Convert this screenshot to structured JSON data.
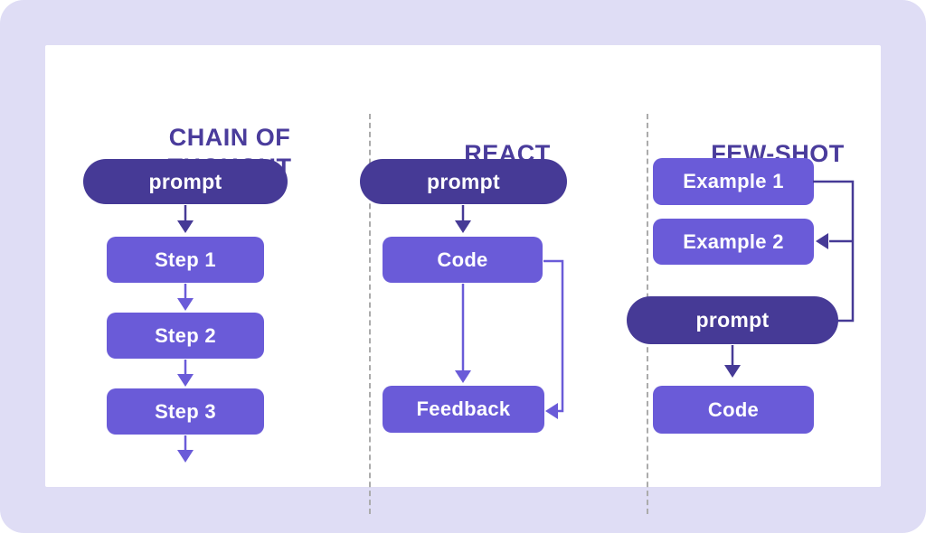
{
  "diagram": {
    "colors": {
      "outer_background": "#DFDDF5",
      "card_background": "#FFFFFF",
      "dark_purple": "#463A96",
      "light_purple": "#6A5BD8",
      "title_text": "#4A3C9C",
      "node_text": "#FFFFFF",
      "divider_gray": "#ABABAB"
    },
    "columns": [
      {
        "id": "chain-of-thought",
        "title": "CHAIN OF THOUGHT",
        "nodes": [
          {
            "id": "prompt",
            "label": "prompt",
            "variant": "pill-dark"
          },
          {
            "id": "step-1",
            "label": "Step 1",
            "variant": "box-light"
          },
          {
            "id": "step-2",
            "label": "Step 2",
            "variant": "box-light"
          },
          {
            "id": "step-3",
            "label": "Step 3",
            "variant": "box-light"
          }
        ],
        "flow": "prompt -> Step 1 -> Step 2 -> Step 3 -> (out)"
      },
      {
        "id": "react",
        "title": "REACT",
        "nodes": [
          {
            "id": "prompt",
            "label": "prompt",
            "variant": "pill-dark"
          },
          {
            "id": "code",
            "label": "Code",
            "variant": "box-light"
          },
          {
            "id": "feedback",
            "label": "Feedback",
            "variant": "box-light"
          }
        ],
        "flow": "prompt -> Code -> Feedback; Code -> (loop right) -> Feedback"
      },
      {
        "id": "few-shot",
        "title": "FEW-SHOT",
        "nodes": [
          {
            "id": "example-1",
            "label": "Example 1",
            "variant": "box-light"
          },
          {
            "id": "example-2",
            "label": "Example 2",
            "variant": "box-light"
          },
          {
            "id": "prompt",
            "label": "prompt",
            "variant": "pill-dark"
          },
          {
            "id": "code",
            "label": "Code",
            "variant": "box-light"
          }
        ],
        "flow": "Example 1 -> (right rail) -> Example 2; rail -> prompt; prompt -> Code"
      }
    ]
  }
}
